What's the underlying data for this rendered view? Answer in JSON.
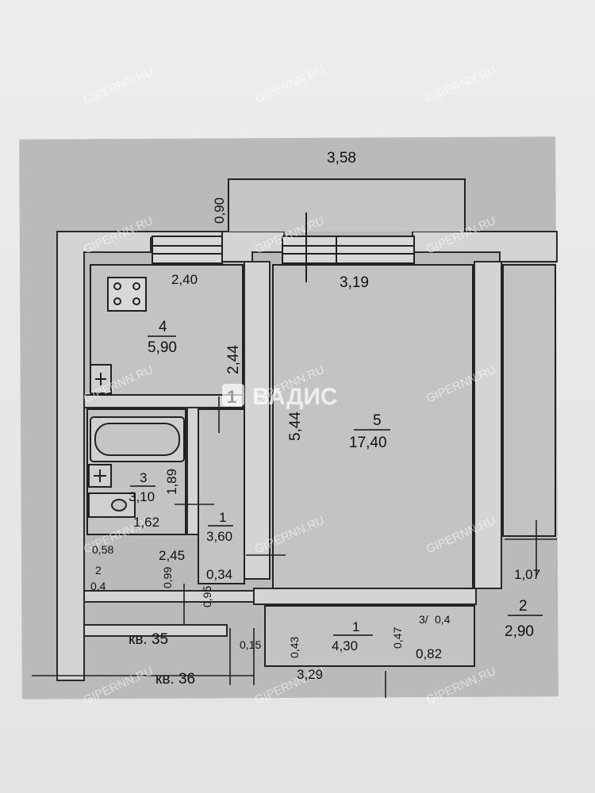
{
  "plan": {
    "dimensions": {
      "top_width": "3,58",
      "balcony_depth": "0,90",
      "kitchen_width": "2,40",
      "kitchen_depth": "2,44",
      "room_width": "3,19",
      "room_depth": "5,44",
      "bath_depth": "1,89",
      "bath_width": "1,62",
      "hall_width": "2,45",
      "hall_small": "0,34",
      "wc_dim": "0,58",
      "wc_depth": "0,99",
      "vert_small": "0,95",
      "right_dim": "1,07",
      "bottom_a": "0,15",
      "bottom_b": "0,43",
      "bottom_c": "0,47",
      "bottom_d": "0,82",
      "bottom_width": "3,29"
    },
    "rooms": [
      {
        "num": "4",
        "area": "5,90"
      },
      {
        "num": "5",
        "area": "17,40"
      },
      {
        "num": "3",
        "area": "3,10"
      },
      {
        "num": "1",
        "area": "3,60"
      },
      {
        "num": "2",
        "area": "0,4"
      },
      {
        "num": "1",
        "area": "4,30"
      },
      {
        "num": "3/",
        "area": "0,4"
      },
      {
        "num": "2",
        "area": "2,90"
      }
    ],
    "apartments": {
      "a35": "кв. 35",
      "a36": "кв. 36"
    }
  },
  "watermark": {
    "site": "GIPERNN.RU",
    "brand": "ВАДИС",
    "brand_mark": "1"
  }
}
